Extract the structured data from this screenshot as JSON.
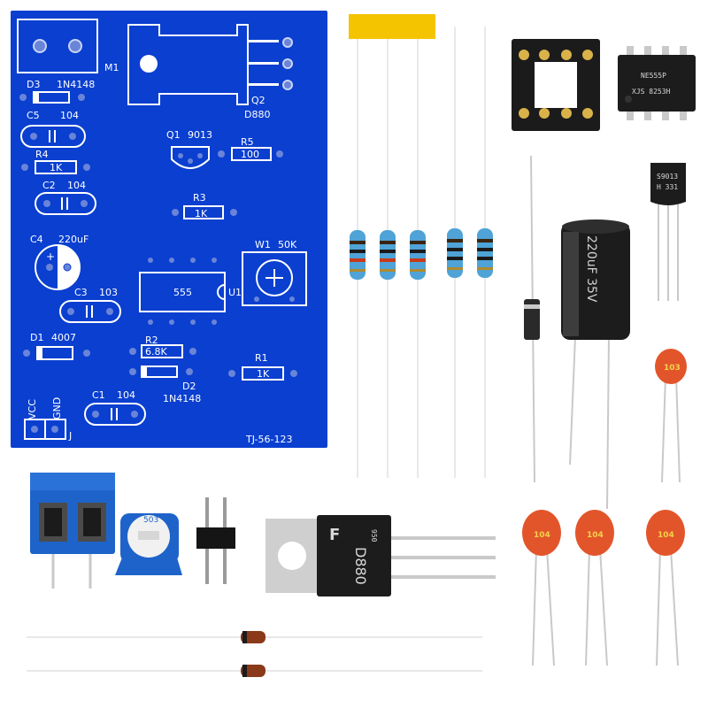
{
  "pcb": {
    "labels": {
      "m1": "M1",
      "d3": "D3",
      "d3_part": "1N4148",
      "c5": "C5",
      "c5_val": "104",
      "r4": "R4",
      "r4_val": "1K",
      "c2": "C2",
      "c2_val": "104",
      "c4": "C4",
      "c4_val": "220uF",
      "c3": "C3",
      "c3_val": "103",
      "d1": "D1",
      "d1_val": "4007",
      "c1": "C1",
      "c1_val": "104",
      "vcc": "VCC",
      "gnd": "GND",
      "j": "J",
      "q2": "Q2",
      "d880": "D880",
      "q1": "Q1",
      "q1_part": "9013",
      "r5": "R5",
      "r5_val": "100",
      "r3": "R3",
      "r3_val": "1K",
      "w1": "W1",
      "w1_val": "50K",
      "ic": "555",
      "u1": "U1",
      "r2": "R2",
      "r2_val": "6.8K",
      "d2": "D2",
      "d2_part": "1N4148",
      "r1": "R1",
      "r1_val": "1K",
      "board_id": "TJ-56-123"
    }
  },
  "parts": {
    "ne555_line1": "NE555P",
    "ne555_line2": "XJS  8253H",
    "s9013_line1": "S9013",
    "s9013_line2": "H 331",
    "elec_cap_text": "220uF 35V",
    "cap_103": "103",
    "cap_104": "104",
    "pot_code": "503",
    "transistor_brand": "F",
    "transistor_code": "950",
    "transistor_part": "D880"
  },
  "colors": {
    "pcb": "#0a3fd0",
    "resistor_body": "#4fa3d6",
    "ceramic_cap": "#e2552b",
    "terminal_block": "#1e63c9",
    "elec_cap": "#1c1c1c",
    "sticky": "#f4c400"
  }
}
